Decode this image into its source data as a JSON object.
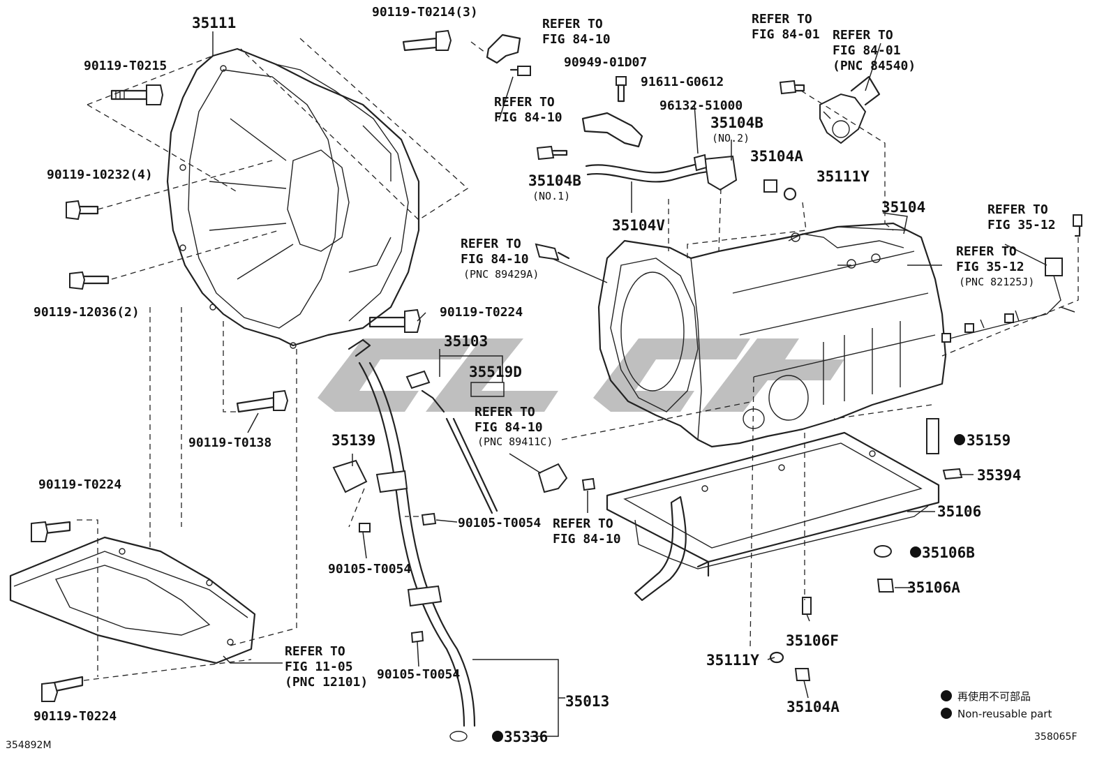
{
  "diagram": {
    "corner_left": "354892M",
    "corner_right": "358065F",
    "legend": {
      "jp_text": "再使用不可部品",
      "en_text": "Non-reusable part"
    },
    "labels": {
      "p35111": "35111",
      "p90119_T0214": "90119-T0214(3)",
      "p90119_T0215": "90119-T0215",
      "p90119_10232": "90119-10232(4)",
      "p90119_12036": "90119-12036(2)",
      "p90119_T0224_a": "90119-T0224",
      "p90119_T0138": "90119-T0138",
      "p90119_T0224_b": "90119-T0224",
      "p90119_T0224_c": "90119-T0224",
      "refer_84_10_a_1": "REFER TO",
      "refer_84_10_a_2": "FIG 84-10",
      "refer_84_10_b_1": "REFER TO",
      "refer_84_10_b_2": "FIG 84-10",
      "p90949_01D07": "90949-01D07",
      "p91611_G0612": "91611-G0612",
      "p96132_51000": "96132-51000",
      "p35104B_no2": "35104B",
      "no2": "(NO.2)",
      "p35104B_no1": "35104B",
      "no1": "(NO.1)",
      "p35104V": "35104V",
      "p35104A_top": "35104A",
      "p35111Y_top": "35111Y",
      "refer_84_01_a_1": "REFER TO",
      "refer_84_01_a_2": "FIG 84-01",
      "refer_84_01_b_1": "REFER TO",
      "refer_84_01_b_2": "FIG 84-01",
      "refer_84_01_b_3": "(PNC 84540)",
      "p35104": "35104",
      "refer_35_12_a_1": "REFER TO",
      "refer_35_12_a_2": "FIG 35-12",
      "refer_35_12_b_1": "REFER TO",
      "refer_35_12_b_2": "FIG 35-12",
      "refer_35_12_b_3": "(PNC 82125J)",
      "refer_84_10_c_1": "REFER TO",
      "refer_84_10_c_2": "FIG 84-10",
      "refer_84_10_c_3": "(PNC 89429A)",
      "p35103": "35103",
      "p35519D": "35519D",
      "refer_84_10_d_1": "REFER TO",
      "refer_84_10_d_2": "FIG 84-10",
      "refer_84_10_d_3": "(PNC 89411C)",
      "refer_84_10_e_1": "REFER TO",
      "refer_84_10_e_2": "FIG 84-10",
      "p35139": "35139",
      "p90105_T0054_a": "90105-T0054",
      "p90105_T0054_b": "90105-T0054",
      "p90105_T0054_c": "90105-T0054",
      "p35159": "35159",
      "p35394": "35394",
      "p35106": "35106",
      "p35106B": "35106B",
      "p35106A": "35106A",
      "p35106F": "35106F",
      "p35111Y_bot": "35111Y",
      "p35104A_bot": "35104A",
      "refer_11_05_1": "REFER TO",
      "refer_11_05_2": "FIG 11-05",
      "refer_11_05_3": "(PNC 12101)",
      "p35013": "35013",
      "p35336": "35336"
    },
    "non_reusable_marker": "filled-circle-icon"
  }
}
